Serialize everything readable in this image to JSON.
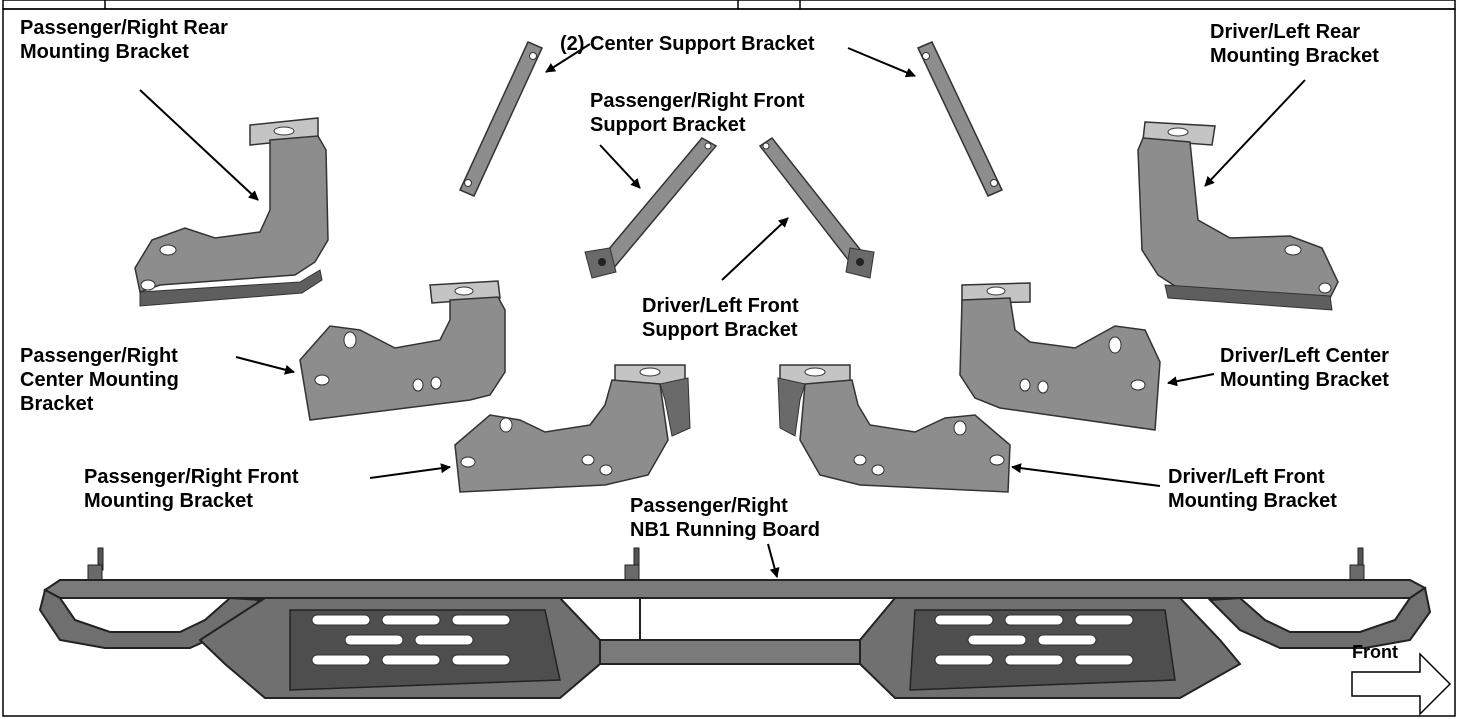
{
  "labels": {
    "pass_rear": "Passenger/Right Rear\nMounting Bracket",
    "center_support": "(2) Center Support Bracket",
    "driver_rear": "Driver/Left Rear\nMounting Bracket",
    "pass_front_support": "Passenger/Right Front\nSupport Bracket",
    "driver_front_support": "Driver/Left Front\nSupport Bracket",
    "pass_center": "Passenger/Right\nCenter Mounting\nBracket",
    "driver_center": "Driver/Left Center\nMounting Bracket",
    "pass_front": "Passenger/Right Front\nMounting Bracket",
    "driver_front": "Driver/Left Front\nMounting Bracket",
    "running_board": "Passenger/Right\nNB1 Running Board",
    "front_arrow": "Front"
  },
  "colors": {
    "metal": "#8d8d8d",
    "metal_light": "#bdbdbd",
    "metal_dark": "#5e5e5e",
    "board_fill": "#707070",
    "line": "#000000"
  }
}
